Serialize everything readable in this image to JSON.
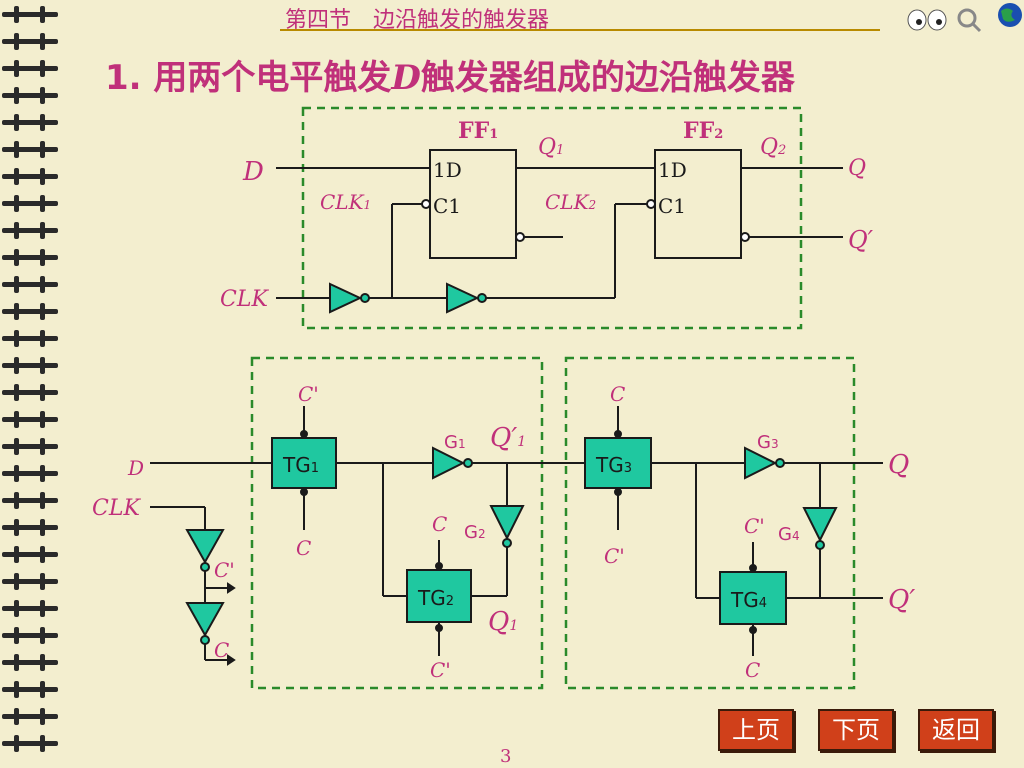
{
  "header": {
    "title": "第四节　边沿触发的触发器"
  },
  "title": {
    "prefix": "1. 用两个电平触发",
    "italic": "D",
    "suffix": "触发器组成的边沿触发器"
  },
  "circuit1": {
    "ff1_label": "FF",
    "ff1_sub": "1",
    "ff2_label": "FF",
    "ff2_sub": "2",
    "q1": "Q",
    "q1_sub": "1",
    "q2": "Q",
    "q2_sub": "2",
    "d_in": "1D",
    "c_in": "C1",
    "input_d": "D",
    "input_clk": "CLK",
    "clk1": "CLK",
    "clk1_sub": "1",
    "clk2": "CLK",
    "clk2_sub": "2",
    "out_q": "Q",
    "out_qn": "Q′"
  },
  "circuit2": {
    "tg1": "TG",
    "tg1_sub": "1",
    "tg2": "TG",
    "tg2_sub": "2",
    "tg3": "TG",
    "tg3_sub": "3",
    "tg4": "TG",
    "tg4_sub": "4",
    "g1": "G",
    "g1_sub": "1",
    "g2": "G",
    "g2_sub": "2",
    "g3": "G",
    "g3_sub": "3",
    "g4": "G",
    "g4_sub": "4",
    "input_d": "D",
    "input_clk": "CLK",
    "c_prime": "C'",
    "c": "C",
    "q1n": "Q′",
    "q1n_sub": "1",
    "q1": "Q",
    "q1_sub": "1",
    "out_q": "Q",
    "out_qn": "Q′"
  },
  "nav": {
    "prev": "上页",
    "next": "下页",
    "back": "返回"
  },
  "page_number": "3",
  "colors": {
    "label": "#c0307a",
    "gate_fill": "#1fc8a0",
    "frame": "#2a8a2a",
    "button": "#d0401a"
  }
}
